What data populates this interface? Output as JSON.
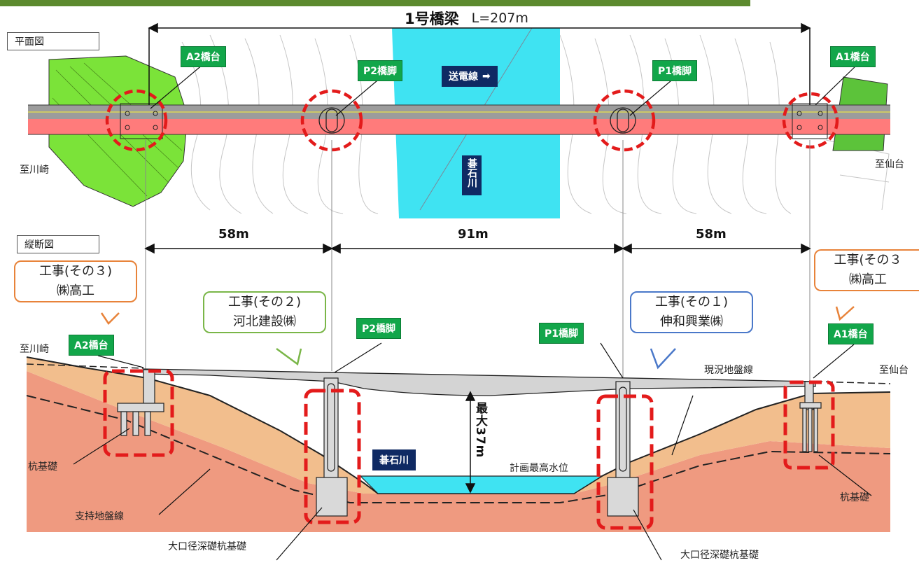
{
  "title": {
    "main": "1号橋梁",
    "length": "L=207m"
  },
  "plan": {
    "label": "平面図",
    "to_left": "至川崎",
    "to_right": "至仙台",
    "powerline": "送電線",
    "river": "碁石川",
    "tags": {
      "a2": "A2橋台",
      "p2": "P2橋脚",
      "p1": "P1橋脚",
      "a1": "A1橋台"
    }
  },
  "section": {
    "label": "縦断図",
    "spans": [
      "58m",
      "91m",
      "58m"
    ],
    "to_left": "至川崎",
    "to_right": "至仙台",
    "tags": {
      "a2": "A2橋台",
      "p2": "P2橋脚",
      "p1": "P1橋脚",
      "a1": "A1橋台"
    },
    "contracts": {
      "left": {
        "line1": "工事(その３)",
        "line2": "㈱高工"
      },
      "mid": {
        "line1": "工事(その２)",
        "line2": "河北建設㈱"
      },
      "right_mid": {
        "line1": "工事(その１)",
        "line2": "伸和興業㈱"
      },
      "right": {
        "line1": "工事(その３",
        "line2": "㈱高工"
      }
    },
    "river": "碁石川",
    "max_height": "最大37m",
    "flood_level": "計画最高水位",
    "ground_line": "現況地盤線",
    "bearing_line": "支持地盤線",
    "pile_left": "杭基礎",
    "pile_right": "杭基礎",
    "deep_left": "大口径深礎杭基礎",
    "deep_right": "大口径深礎杭基礎"
  },
  "colors": {
    "banner": "#5c8a2e",
    "tag_green": "#12a64a",
    "navy": "#0f2a63",
    "river_cyan": "#3fe3f2",
    "fill_green": "#7be339",
    "deck_red": "#ff7b7b",
    "soil_upper": "#f2be8d",
    "soil_lower": "#ef9a80",
    "highlight_red": "#e31b1b",
    "bubble_orange": "#e8833a",
    "bubble_green": "#7ab648",
    "bubble_blue": "#4a78c9"
  }
}
